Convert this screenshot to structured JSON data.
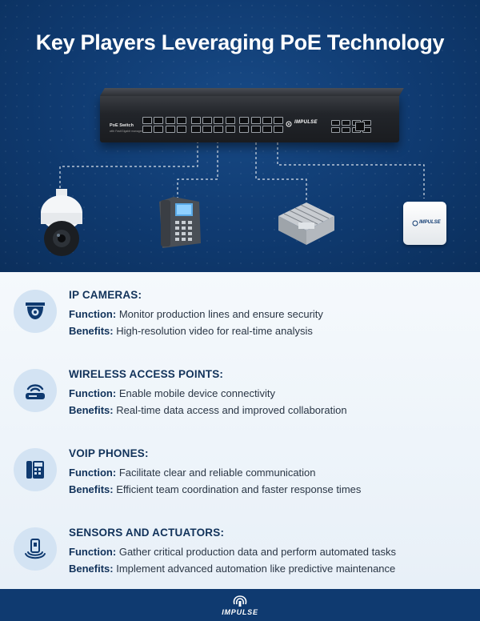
{
  "title": "Key Players Leveraging PoE Technology",
  "switch": {
    "label": "PoE Switch",
    "sublabel": "with Fast/Gigabit management",
    "brand": "IMPULSE"
  },
  "ap_brand": "IMPULSE",
  "items": [
    {
      "title": "IP CAMERAS:",
      "icon": "dome-camera-icon",
      "function_label": "Function:",
      "function_text": " Monitor production lines and ensure security",
      "benefits_label": "Benefits:",
      "benefits_text": " High-resolution video for real-time analysis"
    },
    {
      "title": "WIRELESS ACCESS POINTS:",
      "icon": "router-icon",
      "function_label": "Function:",
      "function_text": " Enable mobile device connectivity",
      "benefits_label": "Benefits:",
      "benefits_text": " Real-time data access and improved collaboration"
    },
    {
      "title": "VOIP PHONES:",
      "icon": "phone-icon",
      "function_label": "Function:",
      "function_text": " Facilitate clear and reliable communication",
      "benefits_label": "Benefits:",
      "benefits_text": " Efficient team coordination and faster response times"
    },
    {
      "title": "SENSORS AND ACTUATORS:",
      "icon": "sensor-icon",
      "function_label": "Function:",
      "function_text": " Gather critical production data and perform automated tasks",
      "benefits_label": "Benefits:",
      "benefits_text": " Implement advanced automation like predictive maintenance"
    }
  ],
  "footer": {
    "brand": "IMPULSE"
  },
  "colors": {
    "hero_bg": "#0f3a70",
    "heading": "#11325a",
    "icon_bg": "#d3e3f3",
    "icon_fg": "#0f3a70"
  }
}
